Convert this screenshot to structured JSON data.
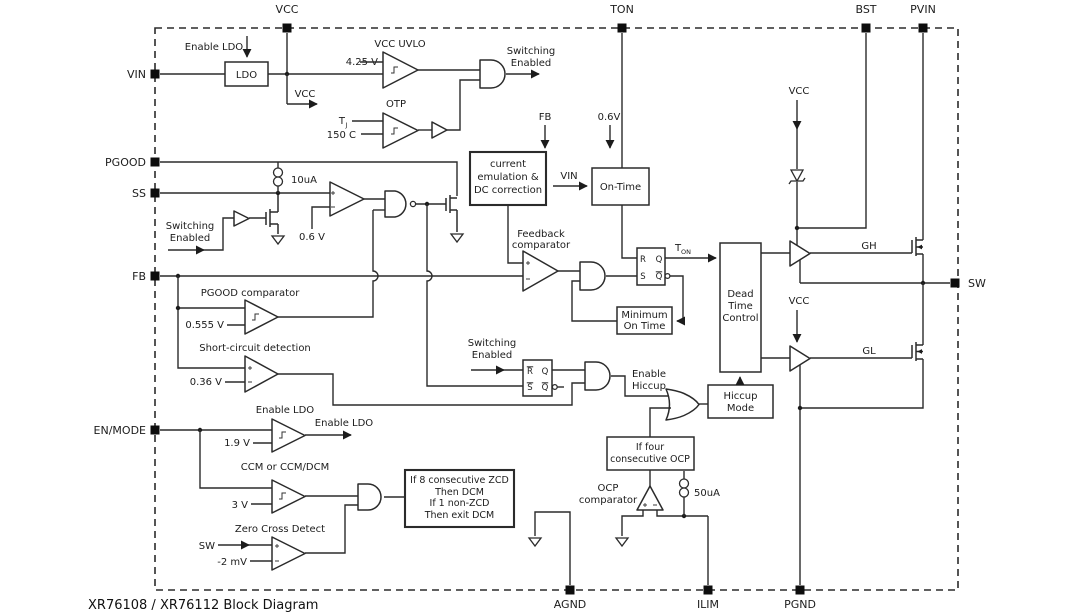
{
  "title": "XR76108 / XR76112 Block Diagram",
  "pins": {
    "top": [
      "VCC",
      "TON",
      "BST",
      "PVIN"
    ],
    "left": [
      "VIN",
      "PGOOD",
      "SS",
      "FB",
      "EN/MODE"
    ],
    "right": [
      "SW"
    ],
    "bottom": [
      "AGND",
      "ILIM",
      "PGND"
    ]
  },
  "blocks": {
    "ldo": "LDO",
    "current_emulation": [
      "current",
      "emulation &",
      "DC correction"
    ],
    "on_time": "On-Time",
    "minimum_on_time": [
      "Minimum",
      "On Time"
    ],
    "dead_time_control": [
      "Dead",
      "Time",
      "Control"
    ],
    "hiccup_mode": [
      "Hiccup",
      "Mode"
    ],
    "if_four_ocp": [
      "If four",
      "consecutive OCP"
    ],
    "zcd_rules": [
      "If 8 consecutive ZCD",
      "Then DCM",
      "If 1 non-ZCD",
      "Then exit DCM"
    ]
  },
  "comparators": {
    "vcc_uvlo": {
      "title": "VCC UVLO",
      "ref": "4.25 V"
    },
    "otp": {
      "title": "OTP",
      "t": "T",
      "t_sub": "J",
      "ref": "150 C"
    },
    "feedback": {
      "title": [
        "Feedback",
        "comparator"
      ]
    },
    "pgood": {
      "title": "PGOOD comparator",
      "ref": "0.555 V"
    },
    "short_circuit": {
      "title": "Short-circuit detection",
      "ref": "0.36 V"
    },
    "enable_ldo": {
      "title": "Enable LDO",
      "ref": "1.9 V"
    },
    "ccm": {
      "title": "CCM or CCM/DCM",
      "ref": "3 V"
    },
    "zcd": {
      "title": "Zero Cross Detect",
      "ref": "-2 mV",
      "input": "SW"
    },
    "ocp": {
      "title": [
        "OCP",
        "comparator"
      ]
    },
    "ss_ref": "0.6 V"
  },
  "signals": {
    "enable_ldo": "Enable LDO",
    "vcc": "VCC",
    "switching_enabled": [
      "Switching",
      "Enabled"
    ],
    "fb": "FB",
    "v06": "0.6V",
    "vin": "VIN",
    "i10": "10uA",
    "i50": "50uA",
    "t": "T",
    "t_on_sub": "ON",
    "enable_hiccup": [
      "Enable",
      "Hiccup"
    ],
    "gh": "GH",
    "gl": "GL"
  },
  "latch": {
    "r": "R",
    "s": "S",
    "q": "Q"
  }
}
